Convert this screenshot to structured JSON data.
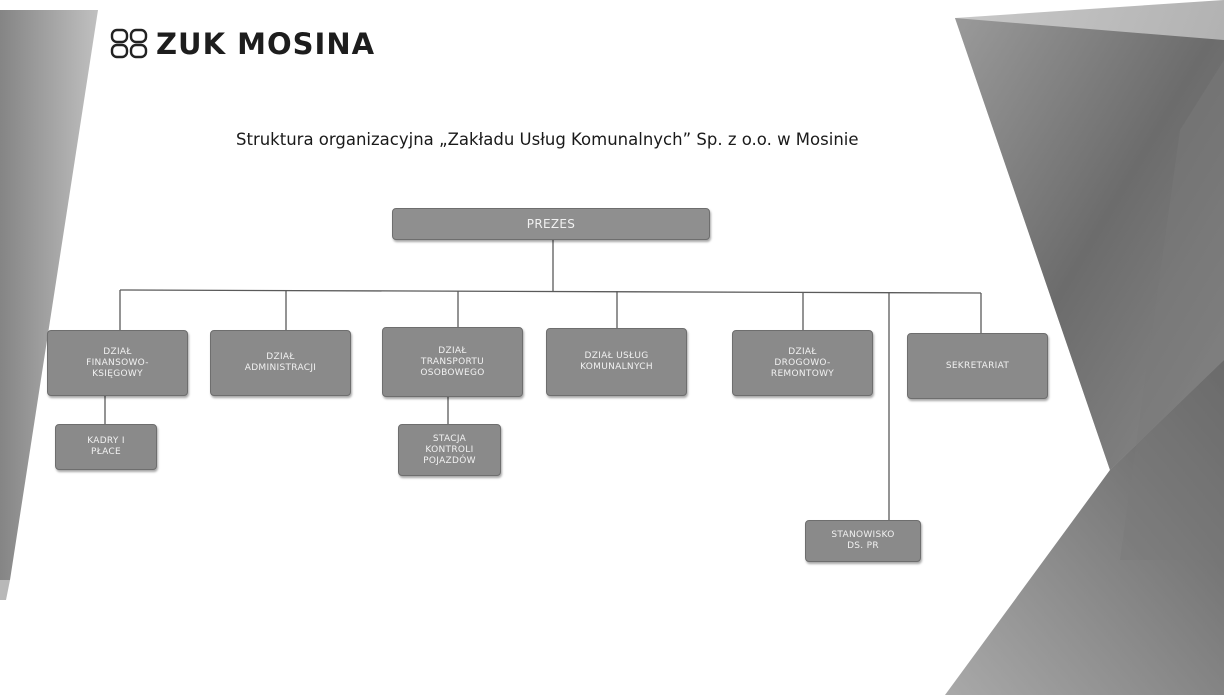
{
  "logo": {
    "text": "ZUK MOSINA"
  },
  "title": "Struktura organizacyjna „Zakładu Usług Komunalnych” Sp. z o.o. w Mosinie",
  "chart": {
    "root": "PREZES",
    "departments": [
      {
        "label": "DZIAŁ\nFINANSOWO-\nKSIĘGOWY",
        "children": [
          "KADRY I\nPŁACE"
        ]
      },
      {
        "label": "DZIAŁ\nADMINISTRACJI",
        "children": []
      },
      {
        "label": "DZIAŁ\nTRANSPORTU\nOSOBOWEGO",
        "children": [
          "STACJA\nKONTROLI\nPOJAZDÓW"
        ]
      },
      {
        "label": "DZIAŁ USŁUG\nKOMUNALNYCH",
        "children": []
      },
      {
        "label": "DZIAŁ\nDROGOWO-\nREMONTOWY",
        "children": []
      },
      {
        "label": "STANOWISKO\nDS. PR",
        "children": []
      },
      {
        "label": "SEKRETARIAT",
        "children": []
      }
    ]
  }
}
